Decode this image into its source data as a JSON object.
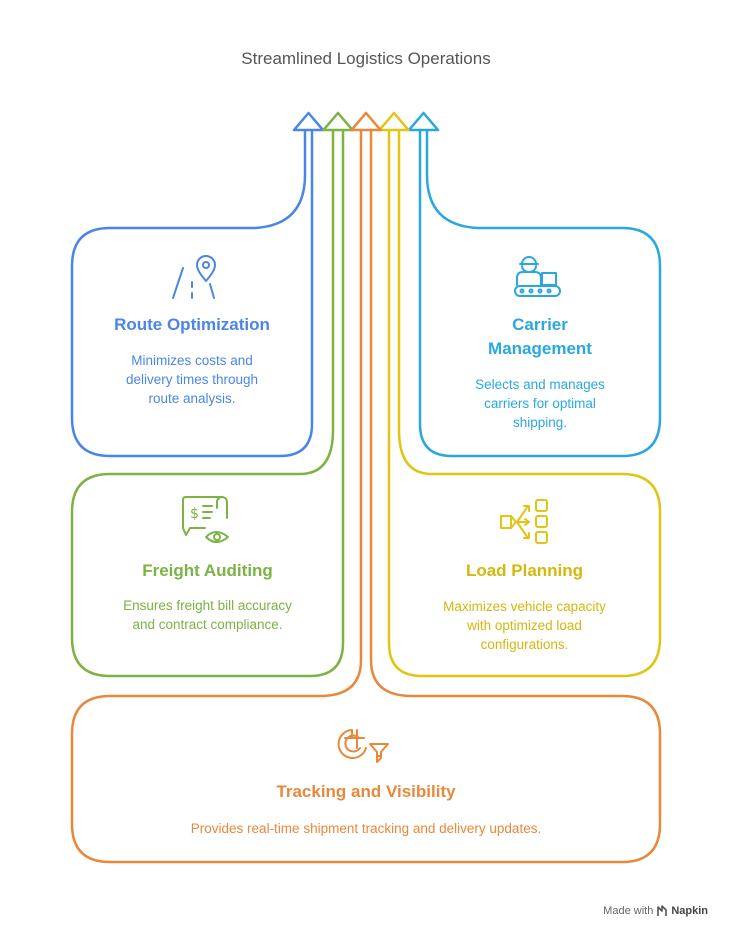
{
  "title": "Streamlined Logistics Operations",
  "colors": {
    "route": "#4a86e8",
    "carrier": "#29a8e0",
    "freight": "#7cb342",
    "load": "#e2c512",
    "tracking": "#e8883a",
    "title": "#555555"
  },
  "sections": {
    "route": {
      "heading": "Route Optimization",
      "description": [
        "Minimizes costs and",
        "delivery times through",
        "route analysis."
      ],
      "icon": "road-map-pin-icon"
    },
    "carrier": {
      "heading": [
        "Carrier",
        "Management"
      ],
      "description": [
        "Selects and manages",
        "carriers for optimal",
        "shipping."
      ],
      "icon": "worker-conveyor-icon"
    },
    "freight": {
      "heading": "Freight Auditing",
      "description": [
        "Ensures freight bill accuracy",
        "and contract compliance."
      ],
      "icon": "receipt-eye-icon"
    },
    "load": {
      "heading": "Load Planning",
      "description": [
        "Maximizes vehicle capacity",
        "with optimized load",
        "configurations."
      ],
      "icon": "distribution-flow-icon"
    },
    "tracking": {
      "heading": "Tracking and Visibility",
      "description": [
        "Provides real-time shipment tracking and delivery updates."
      ],
      "icon": "radar-funnel-icon"
    }
  },
  "footer": {
    "made_with": "Made with",
    "brand": "Napkin"
  }
}
